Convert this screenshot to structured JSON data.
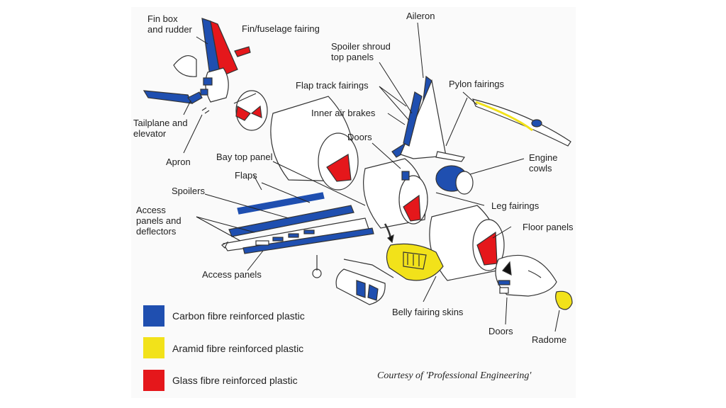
{
  "colors": {
    "carbon": "#1f4fb0",
    "aramid": "#f2e21a",
    "glass": "#e5171b",
    "outline": "#333333",
    "background": "#fafafa"
  },
  "labels": {
    "fin_box": "Fin box\nand rudder",
    "fin_fuselage_fairing": "Fin/fuselage fairing",
    "aileron": "Aileron",
    "spoiler_shroud": "Spoiler shroud\ntop panels",
    "flap_track_fairings": "Flap track fairings",
    "pylon_fairings": "Pylon fairings",
    "inner_air_brakes": "Inner air brakes",
    "tailplane": "Tailplane and\nelevator",
    "doors_top": "Doors",
    "apron": "Apron",
    "bay_top_panel": "Bay top panel",
    "engine_cowls": "Engine\ncowls",
    "flaps": "Flaps",
    "spoilers": "Spoilers",
    "leg_fairings": "Leg fairings",
    "access_panels_deflectors": "Access\npanels and\ndeflectors",
    "floor_panels": "Floor panels",
    "access_panels": "Access panels",
    "belly_fairing_skins": "Belly fairing skins",
    "doors_bottom": "Doors",
    "radome": "Radome"
  },
  "legend": [
    {
      "label": "Carbon fibre reinforced plastic",
      "color": "#1f4fb0"
    },
    {
      "label": "Aramid fibre reinforced plastic",
      "color": "#f2e21a"
    },
    {
      "label": "Glass fibre reinforced plastic",
      "color": "#e5171b"
    }
  ],
  "credit": "Courtesy of 'Professional Engineering'"
}
